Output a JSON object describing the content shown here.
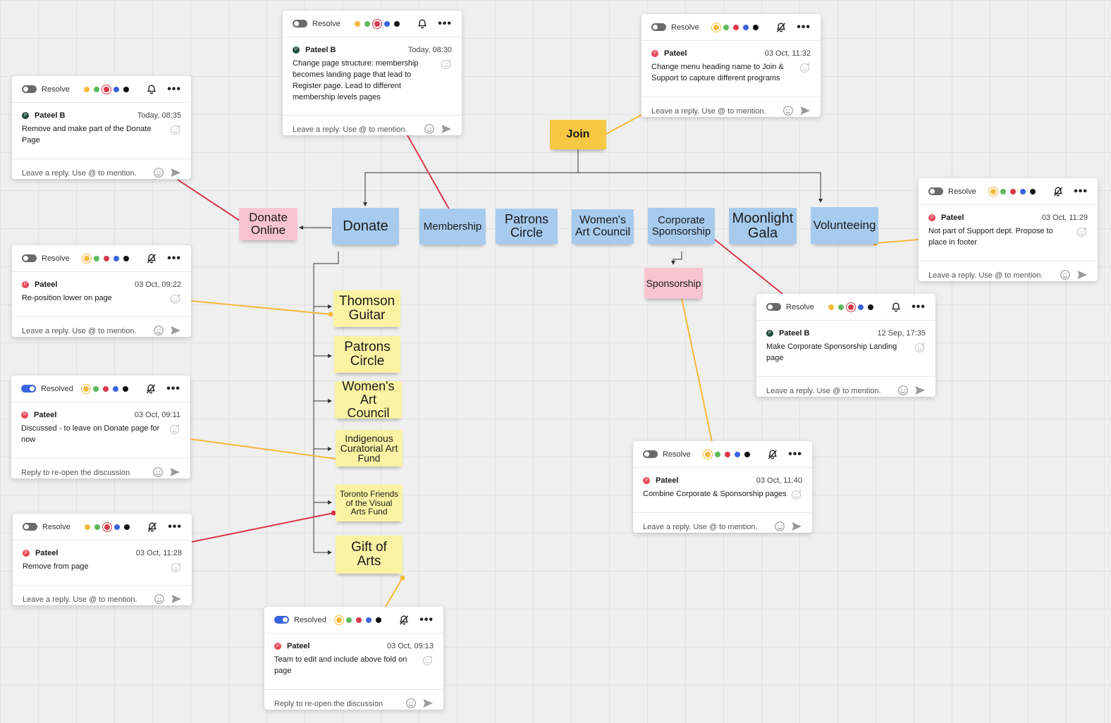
{
  "colors": {
    "accent_blue": "#3a63e0",
    "connector_red": "#d9394a",
    "connector_yellow": "#f6b93b",
    "sticky_blue": "#a7cbee",
    "sticky_yellow": "#fbf3a3",
    "sticky_pink": "#f8c4d2",
    "sticky_gold": "#f6c843",
    "palette": [
      "#f6b93b",
      "#5cba5c",
      "#d9394a",
      "#3a63e0",
      "#111111"
    ]
  },
  "stickies": {
    "join": "Join",
    "donate_online": "Donate Online",
    "donate": "Donate",
    "membership": "Membership",
    "patrons_circle_top": "Patrons Circle",
    "womens_art_council_top": "Women's Art Council",
    "corporate_sponsorship": "Corporate Sponsorship",
    "moonlight_gala": "Moonlight Gala",
    "volunteeing": "Volunteeing",
    "sponsorship": "Sponsorship",
    "thomson_guitar": "Thomson Guitar",
    "patrons_circle": "Patrons Circle",
    "womens_art_council": "Women's Art Council",
    "indigenous_fund": "Indigenous Curatorial Art Fund",
    "toronto_friends": "Toronto Friends of the Visual Arts Fund",
    "gift_of_arts": "Gift of Arts"
  },
  "comments": [
    {
      "resolved": false,
      "resolve_label": "Resolve",
      "selected_color": 2,
      "notify": "bell",
      "author": "Pateel B",
      "avatar_color": "#1e4d3a",
      "time": "Today, 08:30",
      "text": "Change page structure: membership becomes landing page that lead to Register page. Lead to different membership levels pages",
      "reply_placeholder": "Leave a reply. Use @ to mention."
    },
    {
      "resolved": false,
      "resolve_label": "Resolve",
      "selected_color": 0,
      "notify": "bell-off",
      "author": "Pateel",
      "avatar_color": "#e8495b",
      "time": "03 Oct, 11:32",
      "text": "Change menu heading name to Join & Support to capture different programs",
      "reply_placeholder": "Leave a reply. Use @ to mention."
    },
    {
      "resolved": false,
      "resolve_label": "Resolve",
      "selected_color": 2,
      "notify": "bell",
      "author": "Pateel B",
      "avatar_color": "#1e4d3a",
      "time": "Today, 08:35",
      "text": "Remove and make part of the Donate Page",
      "reply_placeholder": "Leave a reply. Use @ to mention."
    },
    {
      "resolved": false,
      "resolve_label": "Resolve",
      "selected_color": 0,
      "notify": "bell-off",
      "author": "Pateel",
      "avatar_color": "#e8495b",
      "time": "03 Oct, 11:29",
      "text": "Not part of Support dept.  Propose to place in footer",
      "reply_placeholder": "Leave a reply. Use @ to mention."
    },
    {
      "resolved": false,
      "resolve_label": "Resolve",
      "selected_color": 0,
      "notify": "bell-off",
      "author": "Pateel",
      "avatar_color": "#e8495b",
      "time": "03 Oct, 09:22",
      "text": "Re-position lower on page",
      "reply_placeholder": "Leave a reply. Use @ to mention."
    },
    {
      "resolved": false,
      "resolve_label": "Resolve",
      "selected_color": 2,
      "notify": "bell",
      "author": "Pateel B",
      "avatar_color": "#1e4d3a",
      "time": "12 Sep, 17:35",
      "text": "Make Corporate Sponsorship Landing page",
      "reply_placeholder": "Leave a reply. Use @ to mention."
    },
    {
      "resolved": true,
      "resolve_label": "Resolved",
      "selected_color": 0,
      "notify": "bell-off",
      "author": "Pateel",
      "avatar_color": "#e8495b",
      "time": "03 Oct, 09:11",
      "text": "Discussed - to leave on Donate page for now",
      "reply_placeholder": "Reply to re-open the discussion"
    },
    {
      "resolved": false,
      "resolve_label": "Resolve",
      "selected_color": 0,
      "notify": "bell-off",
      "author": "Pateel",
      "avatar_color": "#e8495b",
      "time": "03 Oct, 11:40",
      "text": "Combine Corporate & Sponsorship pages",
      "reply_placeholder": "Leave a reply. Use @ to mention."
    },
    {
      "resolved": false,
      "resolve_label": "Resolve",
      "selected_color": 2,
      "notify": "bell-off",
      "author": "Pateel",
      "avatar_color": "#e8495b",
      "time": "03 Oct, 11:28",
      "text": "Remove from page",
      "reply_placeholder": "Leave a reply. Use @ to mention."
    },
    {
      "resolved": true,
      "resolve_label": "Resolved",
      "selected_color": 0,
      "notify": "bell-off",
      "author": "Pateel",
      "avatar_color": "#e8495b",
      "time": "03 Oct, 09:13",
      "text": "Team to edit and include above fold on page",
      "reply_placeholder": "Reply to re-open the discussion"
    }
  ]
}
